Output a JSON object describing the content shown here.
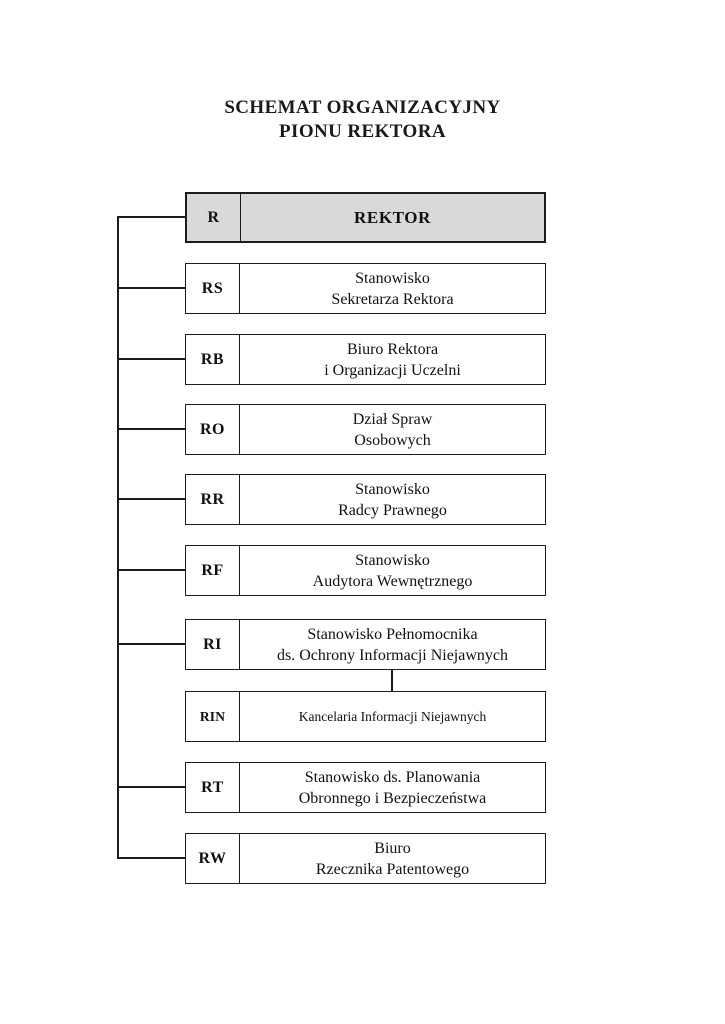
{
  "title": {
    "line1": "SCHEMAT ORGANIZACYJNY",
    "line2": "PIONU REKTORA"
  },
  "colors": {
    "rektor_fill": "#d9d9d9",
    "box_fill": "#ffffff",
    "line_color": "#1c1c1c"
  },
  "units": [
    {
      "code": "R",
      "lines": [
        "REKTOR"
      ]
    },
    {
      "code": "RS",
      "lines": [
        "Stanowisko",
        "Sekretarza Rektora"
      ]
    },
    {
      "code": "RB",
      "lines": [
        "Biuro Rektora",
        "i Organizacji Uczelni"
      ]
    },
    {
      "code": "RO",
      "lines": [
        "Dział Spraw",
        "Osobowych"
      ]
    },
    {
      "code": "RR",
      "lines": [
        "Stanowisko",
        "Radcy Prawnego"
      ]
    },
    {
      "code": "RF",
      "lines": [
        "Stanowisko",
        "Audytora Wewnętrznego"
      ]
    },
    {
      "code": "RI",
      "lines": [
        "Stanowisko Pełnomocnika",
        "ds. Ochrony Informacji Niejawnych"
      ]
    },
    {
      "code": "RIN",
      "lines": [
        "Kancelaria Informacji Niejawnych"
      ]
    },
    {
      "code": "RT",
      "lines": [
        "Stanowisko ds. Planowania",
        "Obronnego i Bezpieczeństwa"
      ]
    },
    {
      "code": "RW",
      "lines": [
        "Biuro",
        "Rzecznika Patentowego"
      ]
    }
  ]
}
